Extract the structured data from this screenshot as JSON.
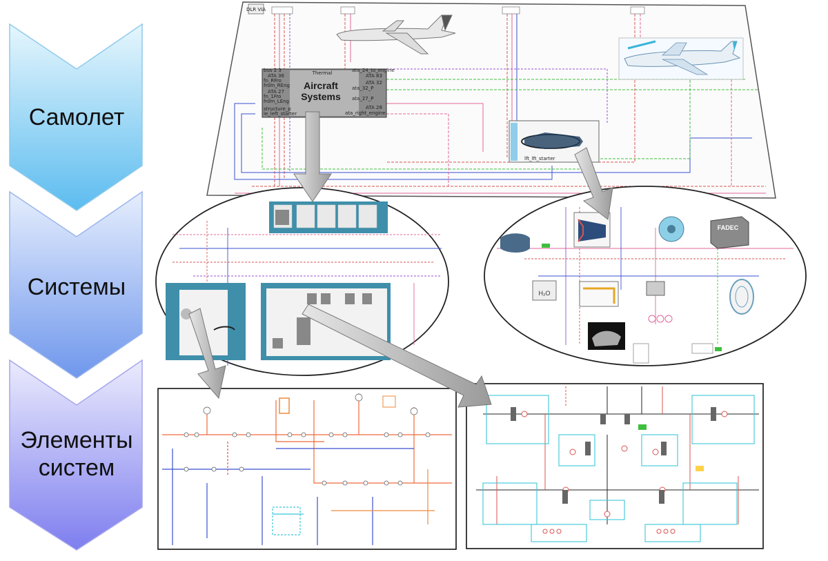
{
  "levels": [
    {
      "label": "Самолет",
      "color_top": "#c8ecfb",
      "color_bottom": "#6fc4f0"
    },
    {
      "label": "Системы",
      "color_top": "#cfe0fb",
      "color_bottom": "#7fa6ee"
    },
    {
      "label": "Элементы систем",
      "label_line1": "Элементы",
      "label_line2": "систем",
      "color_top": "#d6d6fb",
      "color_bottom": "#8f8ff0"
    }
  ],
  "aircraft_panel": {
    "logo": "DLR VIA",
    "systems_box": {
      "title_line1": "Aircraft",
      "title_line2": "Systems",
      "thermal_label": "Thermal",
      "ports_left": [
        "bus 2 3",
        "ATA 36",
        "fn_RFro",
        "from_REng",
        "ATA 27",
        "fn_1Fro",
        "from_LEng",
        "structure_p",
        "le_left_starter"
      ],
      "ports_right": [
        "ata_24_to_engine",
        "ATA 83",
        "ATA 32",
        "ata_32_P",
        "ata_27_P",
        "ATA 28",
        "ata_right_engine"
      ]
    },
    "engine_label": "lft_lft_starter"
  },
  "subsystems": {
    "fadec_label": "FADEC",
    "h2o_label": "H₂O"
  },
  "colors": {
    "wire_red": "#d9534f",
    "wire_pink": "#e0679a",
    "wire_blue": "#3a4fd0",
    "wire_green": "#3fbf3f",
    "wire_purple": "#9a4fd0",
    "teal_box": "#3f8faa",
    "arrow_fill": "#c8c8c8"
  }
}
